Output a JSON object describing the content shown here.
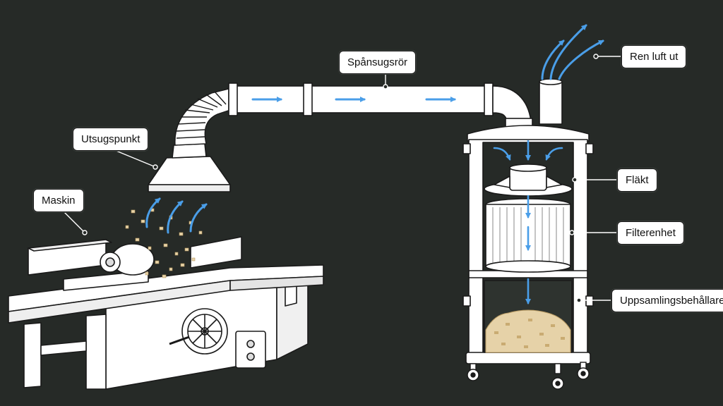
{
  "colors": {
    "background": "#262a27",
    "equipment_fill": "#ffffff",
    "outline": "#1a1a1a",
    "air_flow": "#4a9ee8",
    "chips": "#e6d2a8"
  },
  "labels": {
    "machine": "Maskin",
    "extraction_point": "Utsugspunkt",
    "chip_duct": "Spånsugsrör",
    "clean_air_out": "Ren luft ut",
    "fan": "Fläkt",
    "filter_unit": "Filterenhet",
    "collection_container": "Uppsamlingsbehållare"
  },
  "icons": [
    "air-flow-arrow-icon",
    "wood-chip-icon",
    "handwheel-icon",
    "control-button-icon",
    "caster-wheel-icon"
  ]
}
